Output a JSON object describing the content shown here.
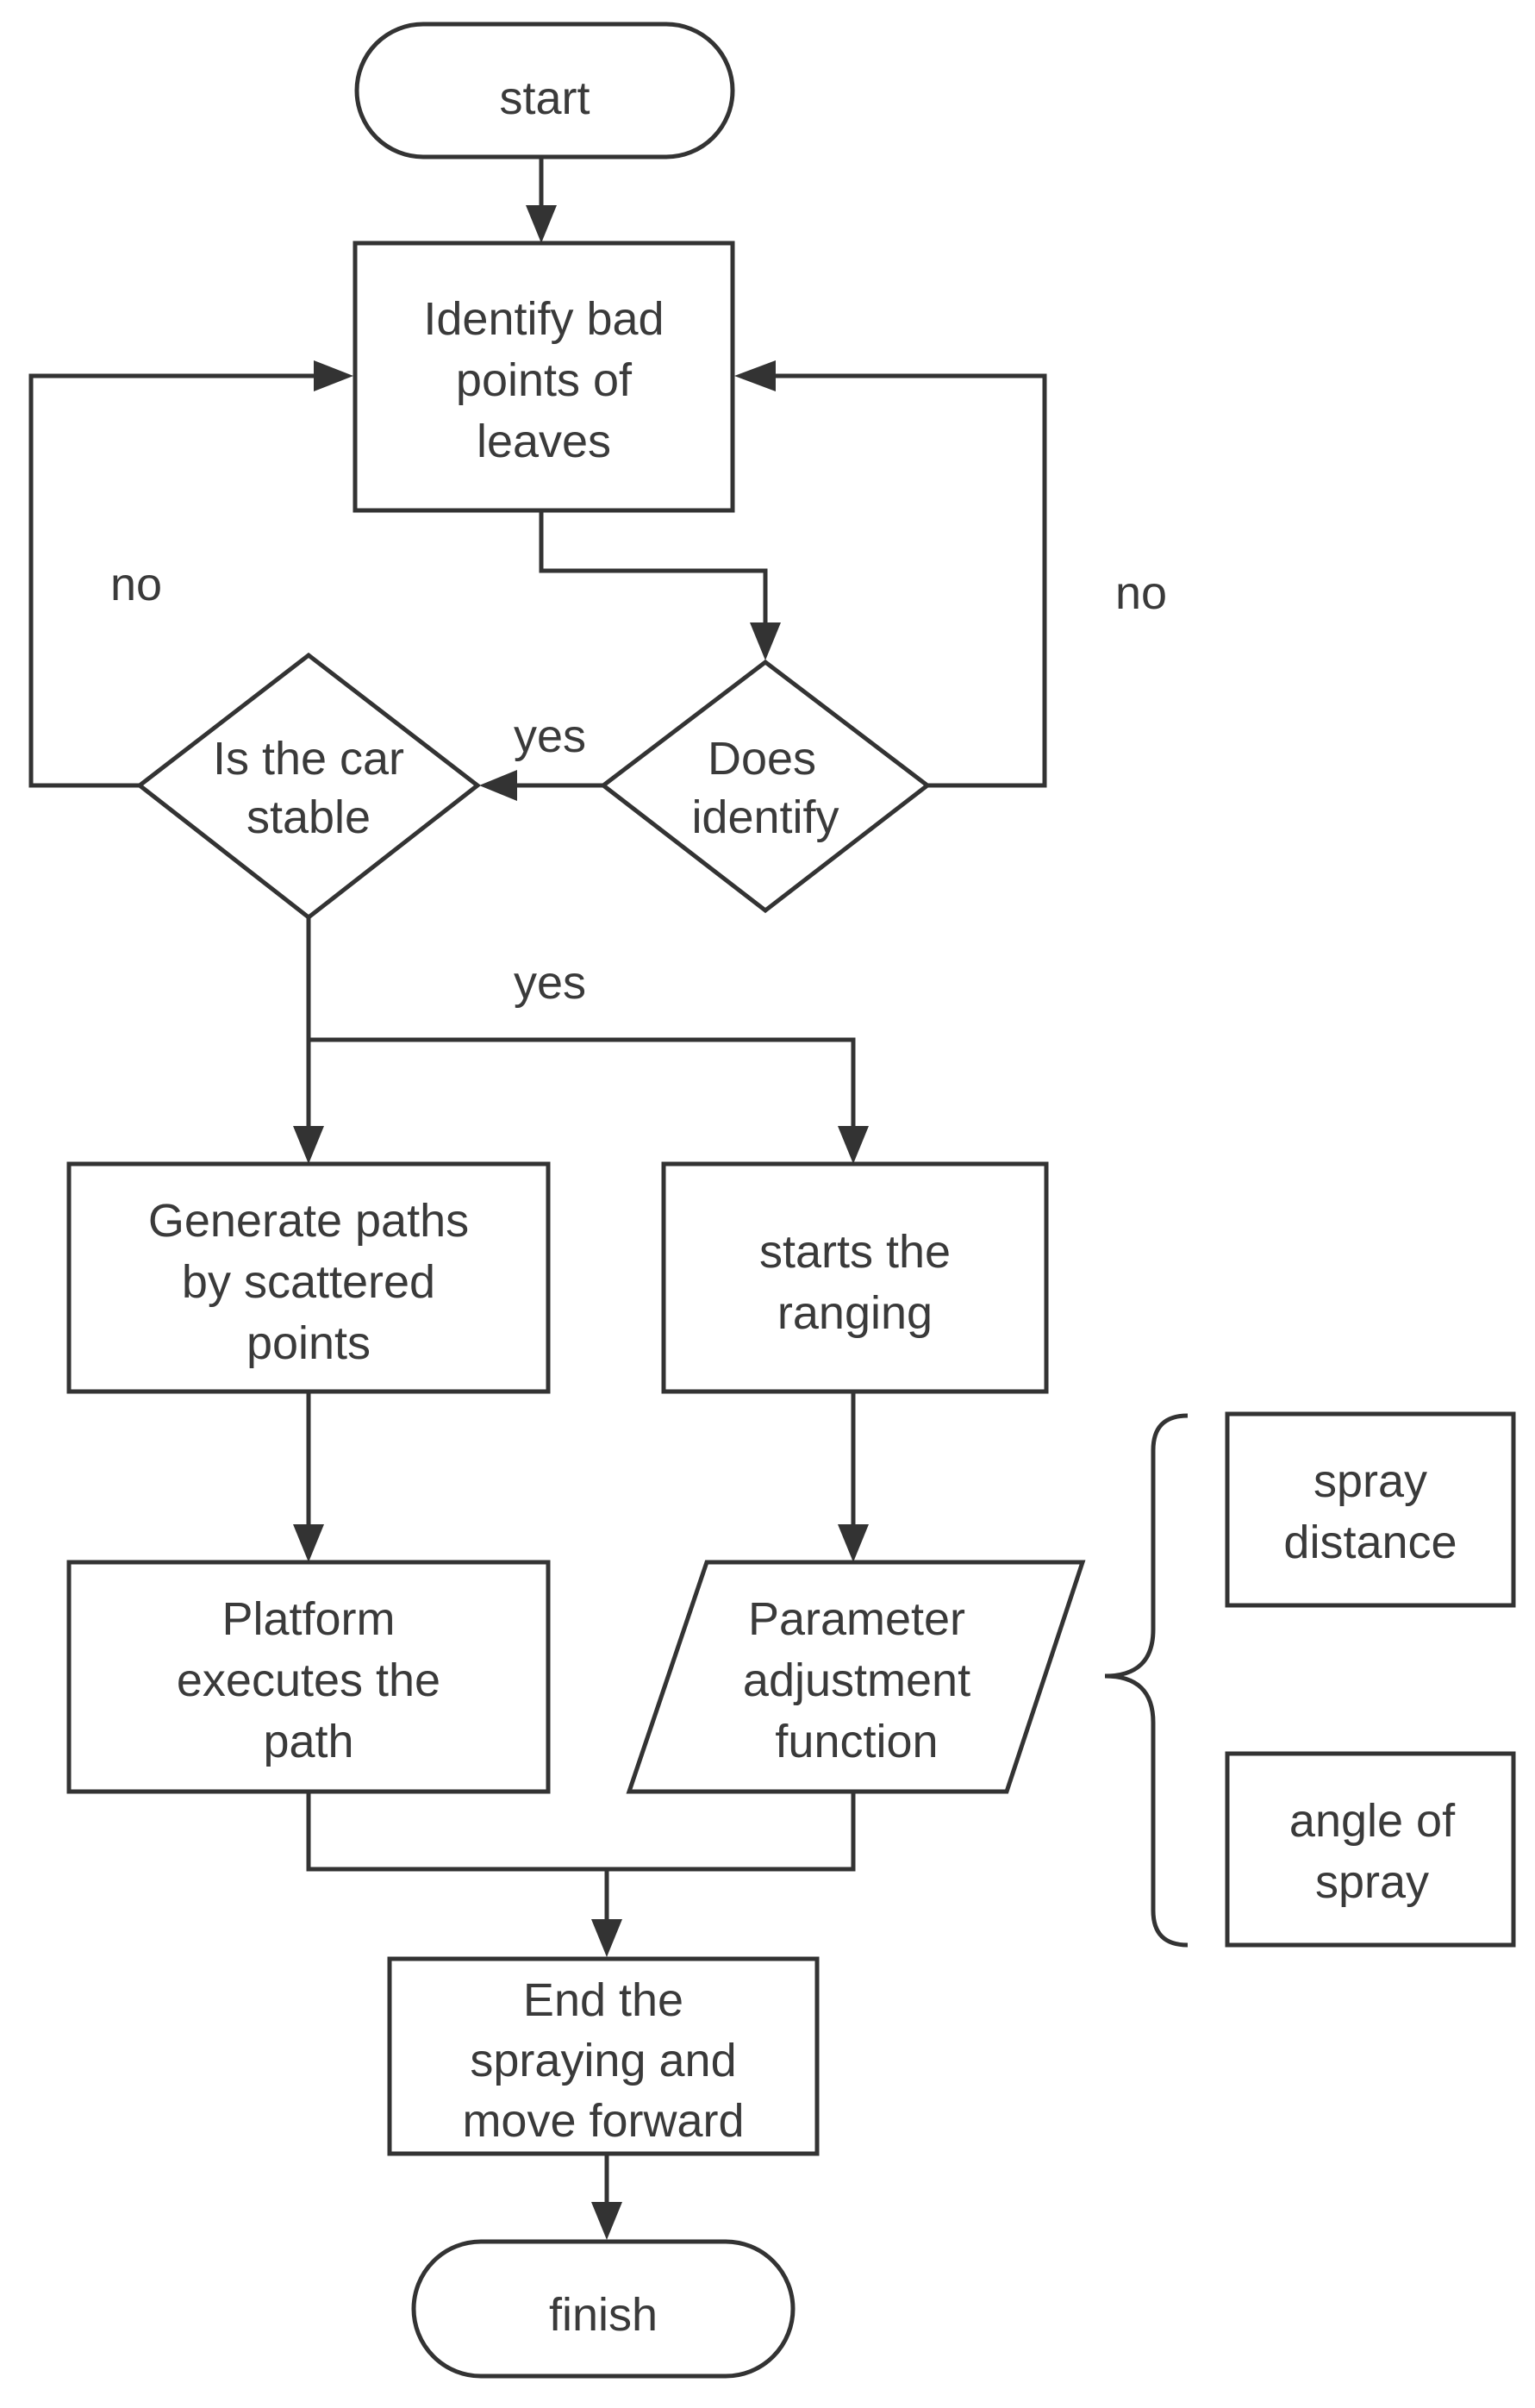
{
  "nodes": {
    "start": {
      "lines": [
        "start"
      ]
    },
    "identify": {
      "lines": [
        "Identify bad",
        "points of",
        "leaves"
      ]
    },
    "does_identify": {
      "lines": [
        "Does",
        "identify"
      ]
    },
    "car_stable": {
      "lines": [
        "Is the car",
        "stable"
      ]
    },
    "generate_paths": {
      "lines": [
        "Generate paths",
        "by scattered",
        "points"
      ]
    },
    "ranging": {
      "lines": [
        "starts the",
        "ranging"
      ]
    },
    "platform": {
      "lines": [
        "Platform",
        "executes the",
        "path"
      ]
    },
    "parameter": {
      "lines": [
        "Parameter",
        "adjustment",
        "function"
      ]
    },
    "spray_distance": {
      "lines": [
        "spray",
        "distance"
      ]
    },
    "angle_of_spray": {
      "lines": [
        "angle of",
        "spray"
      ]
    },
    "end_spraying": {
      "lines": [
        "End the",
        "spraying and",
        "move forward"
      ]
    },
    "finish": {
      "lines": [
        "finish"
      ]
    }
  },
  "edge_labels": {
    "no_left": "no",
    "no_right": "no",
    "yes_horizontal": "yes",
    "yes_down": "yes"
  }
}
